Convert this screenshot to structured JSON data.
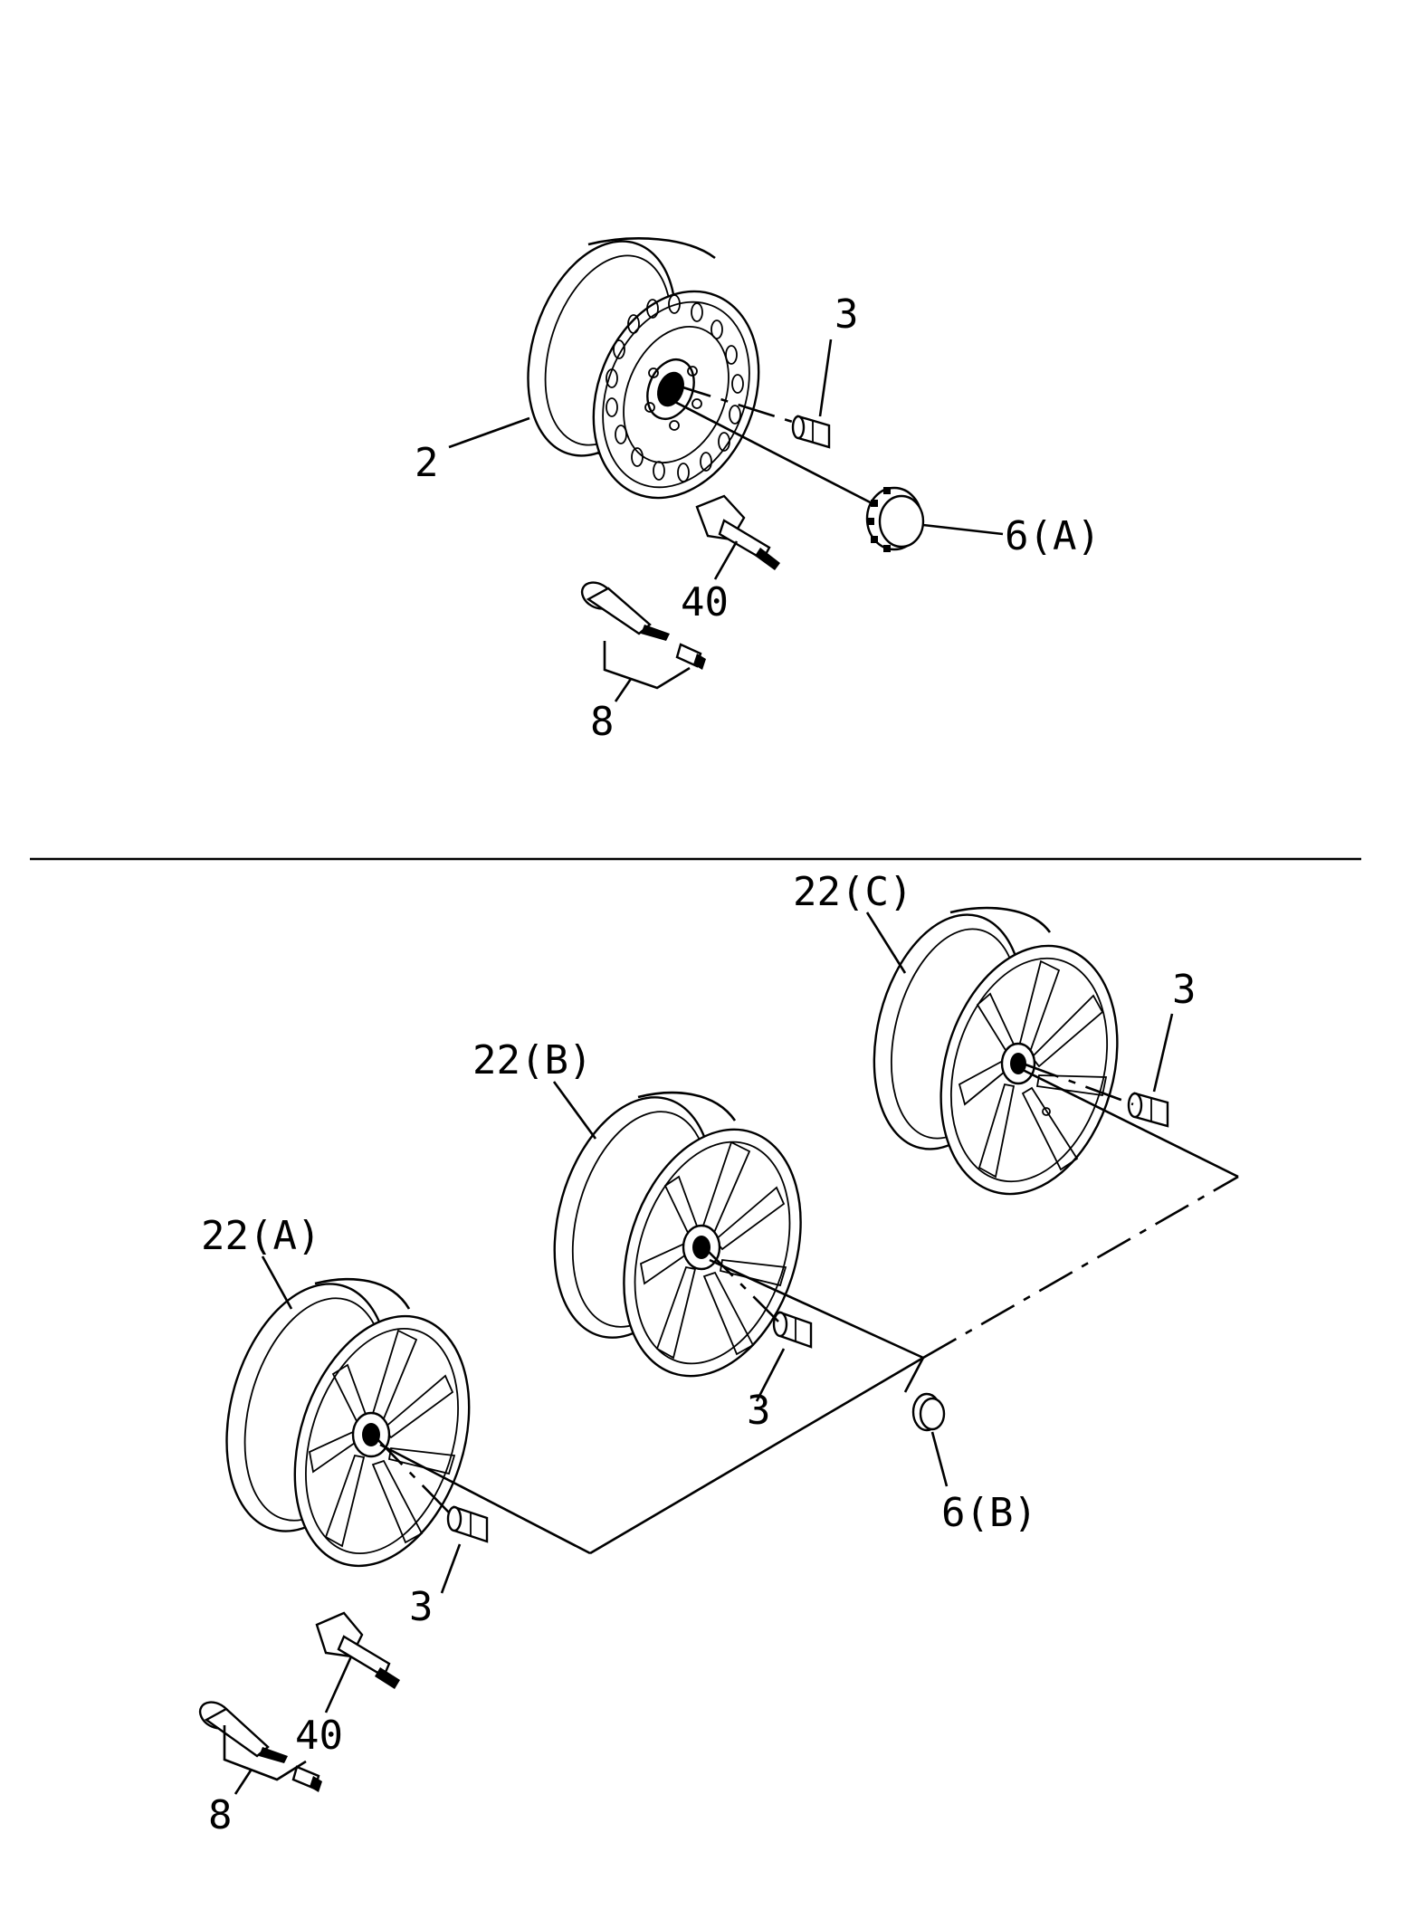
{
  "diagram": {
    "type": "exploded-parts-diagram",
    "upper_section": {
      "callouts": {
        "steel_wheel": "2",
        "nut": "3",
        "center_cap_a": "6(A)",
        "tpms_sensor": "40",
        "valve": "8"
      }
    },
    "lower_section": {
      "callouts": {
        "alloy_wheel_c": "22(C)",
        "alloy_wheel_b": "22(B)",
        "alloy_wheel_a": "22(A)",
        "nut_c": "3",
        "nut_b": "3",
        "nut_a": "3",
        "center_cap_b": "6(B)",
        "tpms_sensor": "40",
        "valve": "8"
      }
    },
    "colors": {
      "line": "#000000",
      "background": "#ffffff"
    }
  }
}
